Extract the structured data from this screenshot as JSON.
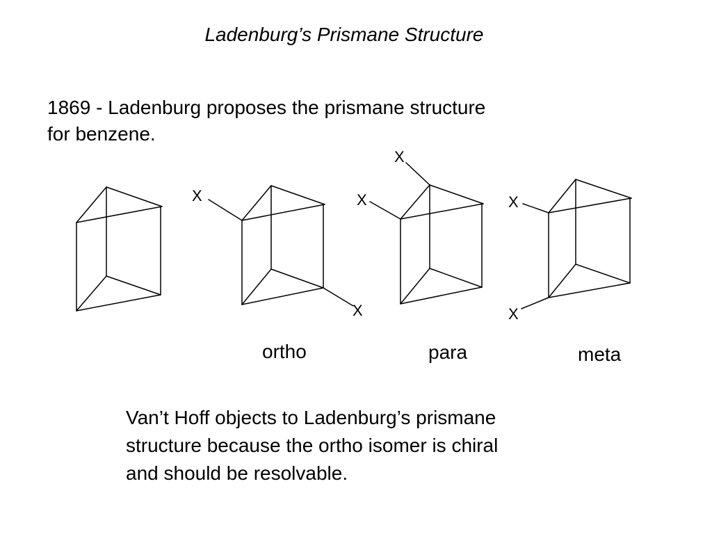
{
  "title": "Ladenburg’s Prismane Structure",
  "intro": {
    "line1": "1869 -  Ladenburg proposes the prismane structure",
    "line2": "for benzene."
  },
  "substituent": "X",
  "isomers": {
    "ortho": "ortho",
    "para": "para",
    "meta": "meta"
  },
  "note": {
    "line1": "Van’t Hoff objects to Ladenburg’s prismane",
    "line2": "structure because the ortho isomer is chiral",
    "line3": "and should be resolvable."
  }
}
